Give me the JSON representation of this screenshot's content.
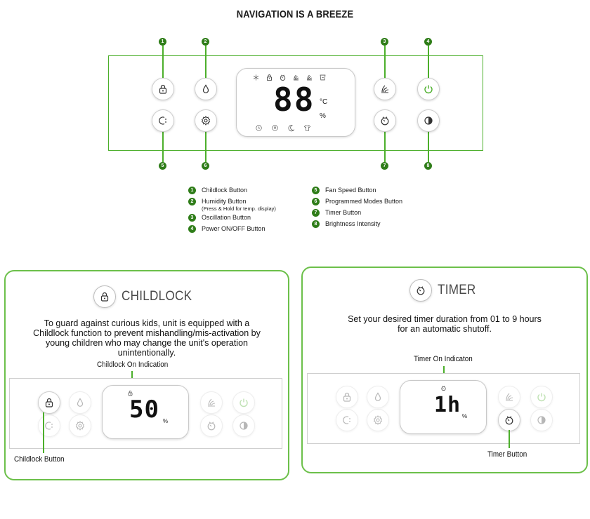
{
  "title": "NAVIGATION IS A BREEZE",
  "display": {
    "digits": "88",
    "unit_c": "°C",
    "unit_pct": "%"
  },
  "buttons": [
    {
      "num": "1",
      "icon": "lock-icon"
    },
    {
      "num": "2",
      "icon": "droplet-icon"
    },
    {
      "num": "3",
      "icon": "oscillation-icon"
    },
    {
      "num": "4",
      "icon": "power-icon"
    },
    {
      "num": "5",
      "icon": "fan-speed-icon"
    },
    {
      "num": "6",
      "icon": "gear-icon"
    },
    {
      "num": "7",
      "icon": "timer-icon"
    },
    {
      "num": "8",
      "icon": "brightness-icon"
    }
  ],
  "legend": {
    "left": [
      {
        "num": "1",
        "label": "Childlock Button",
        "sub": ""
      },
      {
        "num": "2",
        "label": "Humidity Button",
        "sub": "(Press & Hold for temp. display)"
      },
      {
        "num": "3",
        "label": "Oscillation Button",
        "sub": ""
      },
      {
        "num": "4",
        "label": "Power ON/OFF Button",
        "sub": ""
      }
    ],
    "right": [
      {
        "num": "5",
        "label": "Fan Speed Button",
        "sub": ""
      },
      {
        "num": "6",
        "label": "Programmed Modes Button",
        "sub": ""
      },
      {
        "num": "7",
        "label": "Timer Button",
        "sub": ""
      },
      {
        "num": "8",
        "label": "Brightness Intensity",
        "sub": ""
      }
    ]
  },
  "childlock": {
    "title": "CHILDLOCK",
    "text": "To guard against curious kids, unit is equipped with a Childlock function to prevent mishandling/mis-activation by young children who may change the unit's operation unintentionally.",
    "indicator_label": "Childlock On Indication",
    "display_value": "50",
    "button_label": "Childlock Button"
  },
  "timer": {
    "title": "TIMER",
    "text": "Set your desired timer duration from 01 to 9 hours for an automatic shutoff.",
    "indicator_label": "Timer On Indicaton",
    "display_value": "1h",
    "button_label": "Timer Button"
  },
  "colors": {
    "accent": "#4caf2b",
    "badge": "#2f7d19"
  }
}
